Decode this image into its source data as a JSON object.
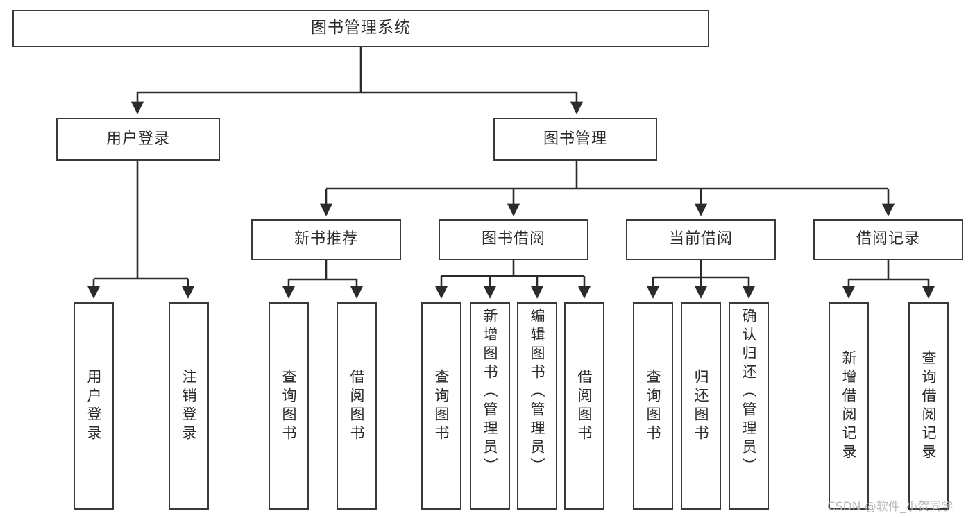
{
  "diagram": {
    "kind": "functional-structure-tree",
    "title": "图书管理系统",
    "watermark": "CSDN @软件_小贺同学",
    "colors": {
      "box_border": "#3a3a3a",
      "box_fill": "#ffffff",
      "connector": "#2b2b2b",
      "text": "#2b2b2b",
      "watermark": "#b9b9b9",
      "background": "#ffffff"
    },
    "root": {
      "label": "图书管理系统"
    },
    "level2": [
      {
        "id": "user-login",
        "label": "用户登录"
      },
      {
        "id": "book-manage",
        "label": "图书管理"
      }
    ],
    "level3": [
      {
        "id": "new-book-recommend",
        "label": "新书推荐"
      },
      {
        "id": "book-borrow",
        "label": "图书借阅"
      },
      {
        "id": "current-borrow",
        "label": "当前借阅"
      },
      {
        "id": "borrow-record",
        "label": "借阅记录"
      }
    ],
    "leaves": {
      "user-login": [
        {
          "id": "leaf-user-login",
          "label": "用户登录"
        },
        {
          "id": "leaf-logout-login",
          "label": "注销登录"
        }
      ],
      "new-book-recommend": [
        {
          "id": "leaf-query-book-1",
          "label": "查询图书"
        },
        {
          "id": "leaf-borrow-book-1",
          "label": "借阅图书"
        }
      ],
      "book-borrow": [
        {
          "id": "leaf-query-book-2",
          "label": "查询图书"
        },
        {
          "id": "leaf-add-book-admin",
          "label": "新增图书（管理员）"
        },
        {
          "id": "leaf-edit-book-admin",
          "label": "编辑图书（管理员）"
        },
        {
          "id": "leaf-borrow-book-2",
          "label": "借阅图书"
        }
      ],
      "current-borrow": [
        {
          "id": "leaf-query-book-3",
          "label": "查询图书"
        },
        {
          "id": "leaf-return-book",
          "label": "归还图书"
        },
        {
          "id": "leaf-confirm-return-admin",
          "label": "确认归还（管理员）"
        }
      ],
      "borrow-record": [
        {
          "id": "leaf-add-borrow-record",
          "label": "新增借阅记录"
        },
        {
          "id": "leaf-query-borrow-record",
          "label": "查询借阅记录"
        }
      ]
    }
  }
}
